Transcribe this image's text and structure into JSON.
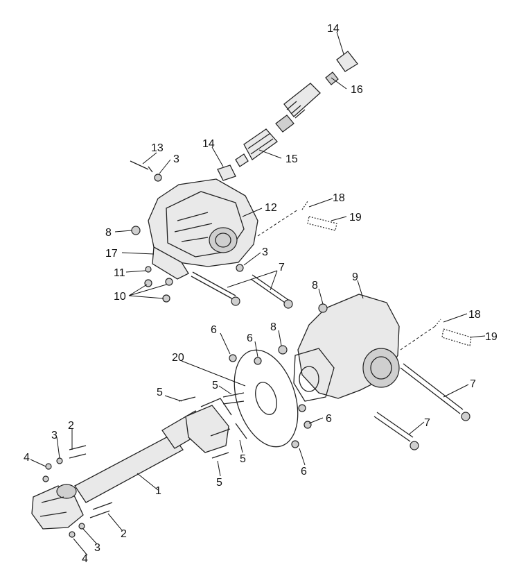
{
  "labels": {
    "l14a": "14",
    "l16": "16",
    "l14b": "14",
    "l15": "15",
    "l13": "13",
    "l3a": "3",
    "l12": "12",
    "l18a": "18",
    "l19a": "19",
    "l8a": "8",
    "l17": "17",
    "l3b": "3",
    "l7a": "7",
    "l11": "11",
    "l10": "10",
    "l8b": "8",
    "l9": "9",
    "l18b": "18",
    "l19b": "19",
    "l6a": "6",
    "l6b": "6",
    "l8c": "8",
    "l20": "20",
    "l5a": "5",
    "l5b": "5",
    "l7b": "7",
    "l6c": "6",
    "l7c": "7",
    "l2a": "2",
    "l3c": "3",
    "l4a": "4",
    "l5c": "5",
    "l6d": "6",
    "l5d": "5",
    "l1": "1",
    "l2b": "2",
    "l3d": "3",
    "l4b": "4"
  }
}
